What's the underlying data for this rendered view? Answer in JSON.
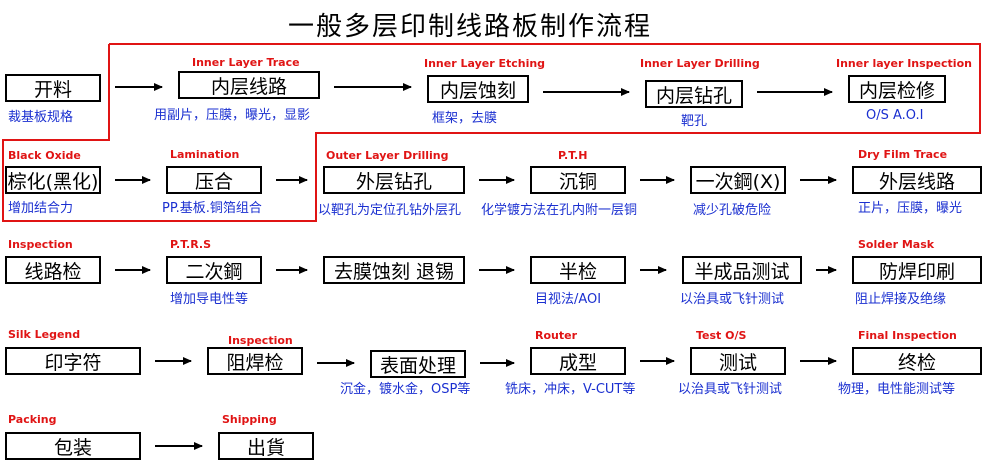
{
  "title": "一般多层印制线路板制作流程",
  "colors": {
    "title": "#000000",
    "box_text": "#000000",
    "box_border": "#000000",
    "sub_text": "#1a2fd0",
    "eng_label": "#e01414",
    "outline": "#e01414"
  },
  "steps": [
    {
      "id": "s1",
      "label": "开料",
      "sub": "裁基板规格",
      "eng": ""
    },
    {
      "id": "s2",
      "label": "内层线路",
      "sub": "用副片，压膜，曝光，显影",
      "eng": "Inner Layer Trace"
    },
    {
      "id": "s3",
      "label": "内层蚀刻",
      "sub": "框架，去膜",
      "eng": "Inner Layer Etching"
    },
    {
      "id": "s4",
      "label": "内层钻孔",
      "sub": "靶孔",
      "eng": "Inner Layer Drilling"
    },
    {
      "id": "s5",
      "label": "内层检修",
      "sub": "O/S A.O.I",
      "eng": "Inner layer Inspection"
    },
    {
      "id": "s6",
      "label": "棕化(黑化)",
      "sub": "增加结合力",
      "eng": "Black Oxide"
    },
    {
      "id": "s7",
      "label": "压合",
      "sub": "PP.基板.铜箔组合",
      "eng": "Lamination"
    },
    {
      "id": "s8",
      "label": "外层钻孔",
      "sub": "以靶孔为定位孔钻外层孔",
      "eng": "Outer Layer Drilling"
    },
    {
      "id": "s9",
      "label": "沉铜",
      "sub": "化学镀方法在孔内附一层铜",
      "eng": "P.T.H"
    },
    {
      "id": "s10",
      "label": "一次鋼(X)",
      "sub": "减少孔破危险",
      "eng": ""
    },
    {
      "id": "s11",
      "label": "外层线路",
      "sub": "正片，压膜，曝光",
      "eng": "Dry Film Trace"
    },
    {
      "id": "s12",
      "label": "线路检",
      "sub": "",
      "eng": "Inspection"
    },
    {
      "id": "s13",
      "label": "二次鋼",
      "sub": "增加导电性等",
      "eng": "P.T.R.S"
    },
    {
      "id": "s14",
      "label": "去膜蚀刻 退锡",
      "sub": "",
      "eng": ""
    },
    {
      "id": "s15",
      "label": "半检",
      "sub": "目视法/AOI",
      "eng": ""
    },
    {
      "id": "s16",
      "label": "半成品测试",
      "sub": "以治具或飞针测试",
      "eng": ""
    },
    {
      "id": "s17",
      "label": "防焊印刷",
      "sub": "阻止焊接及绝缘",
      "eng": "Solder Mask"
    },
    {
      "id": "s18",
      "label": "印字符",
      "sub": "",
      "eng": "Silk Legend"
    },
    {
      "id": "s19",
      "label": "阻焊检",
      "sub": "",
      "eng": "Inspection"
    },
    {
      "id": "s20",
      "label": "表面处理",
      "sub": "沉金，镀水金，OSP等",
      "eng": ""
    },
    {
      "id": "s21",
      "label": "成型",
      "sub": "铣床，冲床，V-CUT等",
      "eng": "Router"
    },
    {
      "id": "s22",
      "label": "测试",
      "sub": "以治具或飞针测试",
      "eng": "Test O/S"
    },
    {
      "id": "s23",
      "label": "终检",
      "sub": "物理，电性能测试等",
      "eng": "Final Inspection"
    },
    {
      "id": "s24",
      "label": "包装",
      "sub": "",
      "eng": "Packing"
    },
    {
      "id": "s25",
      "label": "出貨",
      "sub": "",
      "eng": "Shipping"
    }
  ]
}
